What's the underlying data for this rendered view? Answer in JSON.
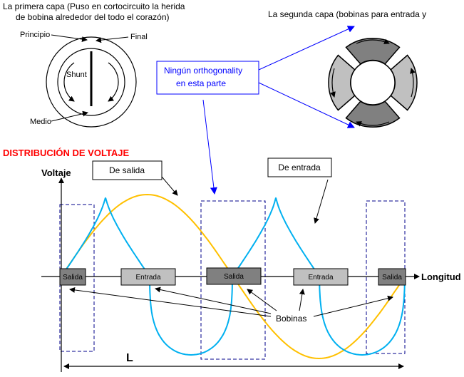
{
  "top_left": {
    "caption_line1": "La primera capa (Puso en cortocircuito la herida",
    "caption_line2": "de bobina alrededor del todo el corazón)",
    "label_principio": "Principio",
    "label_final": "Final",
    "label_shunt": "Shunt",
    "label_medio": "Medio"
  },
  "top_right": {
    "caption": "La segunda capa (bobinas para entrada y"
  },
  "callout": {
    "line1": "Ningún orthogonality",
    "line2": "en esta parte"
  },
  "section_title": "DISTRIBUCIÓN DE VOLTAJE",
  "axes": {
    "ylabel": "Voltaje",
    "xlabel": "Longitud",
    "length_label": "L"
  },
  "legend_boxes": {
    "salida": "De salida",
    "entrada": "De entrada"
  },
  "coils": [
    {
      "label": "Salida",
      "kind": "salida"
    },
    {
      "label": "Entrada",
      "kind": "entrada"
    },
    {
      "label": "Salida",
      "kind": "salida"
    },
    {
      "label": "Entrada",
      "kind": "entrada"
    },
    {
      "label": "Salida",
      "kind": "salida"
    }
  ],
  "bobinas_label": "Bobinas",
  "colors": {
    "title_red": "#ff0000",
    "salida_wave": "#ffc000",
    "entrada_wave": "#00b0f0",
    "callout_blue": "#0000ff",
    "coil_dark": "#808080",
    "coil_light": "#c0c0c0",
    "dash_blue": "#00008b"
  }
}
